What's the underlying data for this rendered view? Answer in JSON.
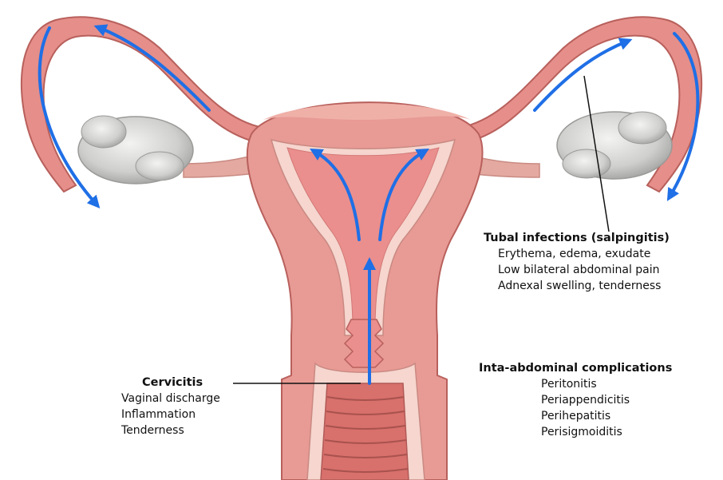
{
  "colors": {
    "tissue": "#e89a95",
    "tissue_dark": "#c96a66",
    "cavity": "#ea8f8d",
    "lining": "#f6d6cf",
    "ovary": "#d8d8d6",
    "arrow": "#1f6fe6"
  },
  "icons": [
    "ovary-left",
    "ovary-right",
    "blue-arrow"
  ],
  "labels": {
    "tubal": {
      "title": "Tubal infections (salpingitis)",
      "items": [
        "Erythema, edema, exudate",
        "Low bilateral abdominal pain",
        "Adnexal swelling, tenderness"
      ]
    },
    "cervicitis": {
      "title": "Cervicitis",
      "items": [
        "Vaginal discharge",
        "Inflammation",
        "Tenderness"
      ]
    },
    "abdominal": {
      "title": "Inta-abdominal complications",
      "items": [
        "Peritonitis",
        "Periappendicitis",
        "Perihepatitis",
        "Perisigmoiditis"
      ]
    }
  }
}
